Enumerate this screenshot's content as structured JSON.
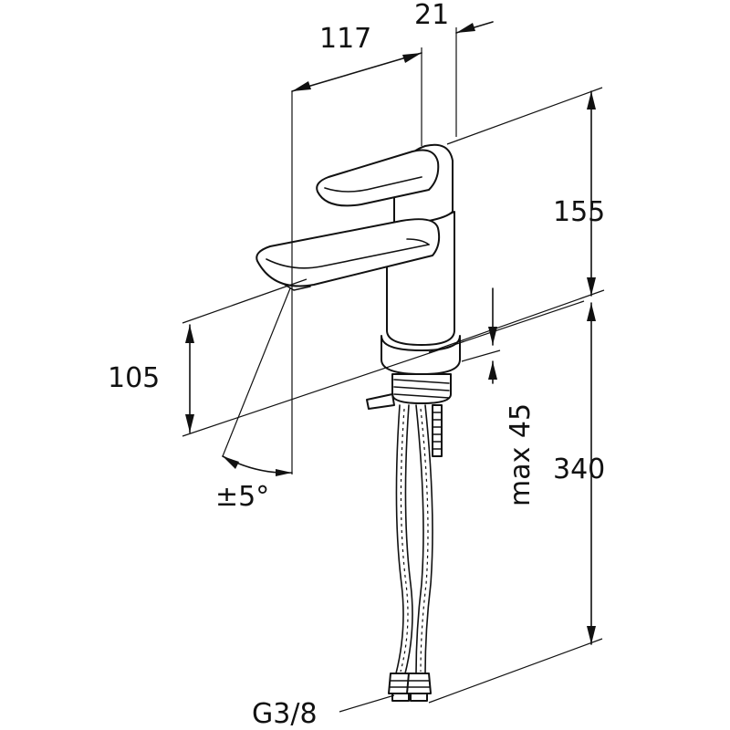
{
  "dimensions": {
    "spout_reach": "117",
    "handle_offset": "21",
    "upper_height": "155",
    "spout_height": "105",
    "swivel_angle": "±5°",
    "deck_thickness": "max 45",
    "lower_height": "340",
    "connection_thread": "G3/8"
  },
  "colors": {
    "line": "#111111",
    "background": "#ffffff"
  }
}
